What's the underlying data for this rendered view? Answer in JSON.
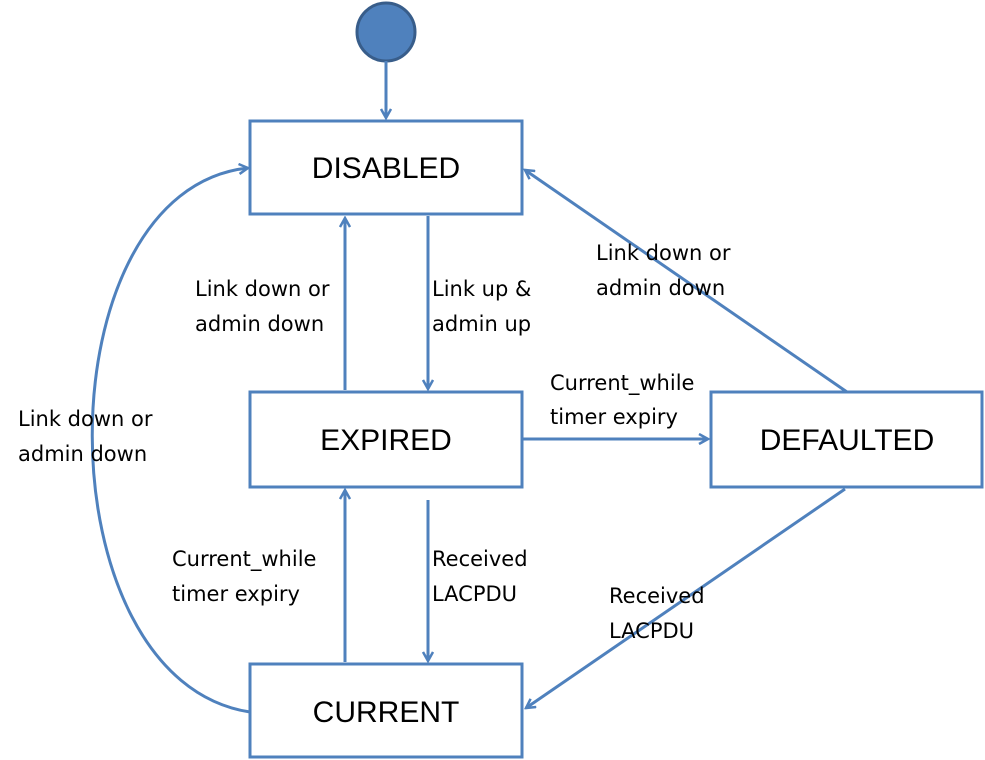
{
  "colors": {
    "accent": "#4f81bd",
    "accent_dark": "#385d8a",
    "text": "#000000",
    "box_fill": "#ffffff"
  },
  "states": {
    "disabled": "DISABLED",
    "expired": "EXPIRED",
    "defaulted": "DEFAULTED",
    "current": "CURRENT"
  },
  "transitions": {
    "expired_to_disabled": [
      "Link down or",
      "admin down"
    ],
    "disabled_to_expired": [
      "Link up &",
      "admin up"
    ],
    "defaulted_to_disabled": [
      "Link down or",
      "admin down"
    ],
    "expired_to_defaulted": [
      "Current_while",
      "timer expiry"
    ],
    "current_to_disabled": [
      "Link down or",
      "admin down"
    ],
    "current_to_expired": [
      "Current_while",
      "timer expiry"
    ],
    "expired_to_current": [
      "Received",
      "LACPDU"
    ],
    "defaulted_to_current": [
      "Received",
      "LACPDU"
    ]
  }
}
